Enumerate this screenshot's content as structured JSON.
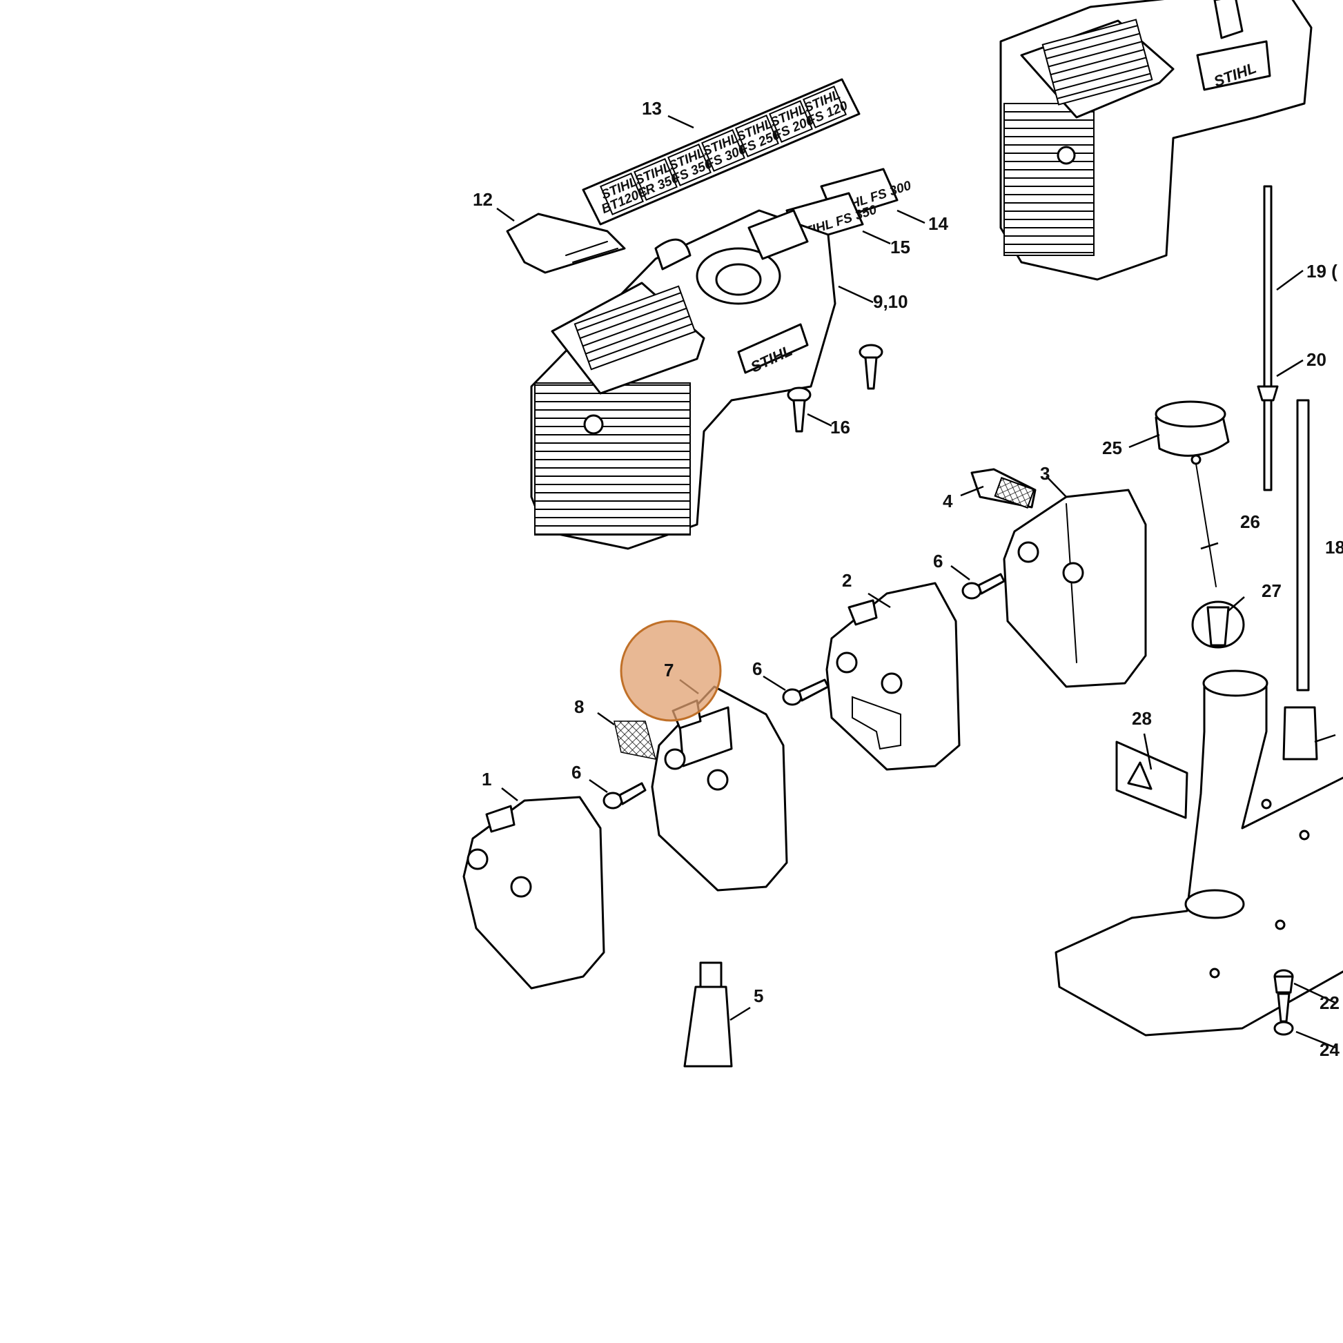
{
  "highlight": {
    "label": "7",
    "fill": "#E0A070",
    "stroke": "#C07028"
  },
  "decals_13": [
    "STIHL FS 120",
    "STIHL FS 200",
    "STIHL FS 250",
    "STIHL FS 300",
    "STIHL FS 350",
    "STIHL FR 350",
    "STIHL BT120C"
  ],
  "decal_14": "STIHL FS 300",
  "decal_15": "STIHL FS 350",
  "logo": "STIHL",
  "callouts": {
    "c1": "1",
    "c2": "2",
    "c3": "3",
    "c4": "4",
    "c5": "5",
    "c6a": "6",
    "c6b": "6",
    "c6c": "6",
    "c8": "8",
    "c9_10": "9,10",
    "c12": "12",
    "c13": "13",
    "c14": "14",
    "c15": "15",
    "c16": "16",
    "c18": "18",
    "c19": "19 (",
    "c20": "20",
    "c22": "22",
    "c24": "24",
    "c25": "25",
    "c26": "26",
    "c27": "27",
    "c28": "28"
  }
}
